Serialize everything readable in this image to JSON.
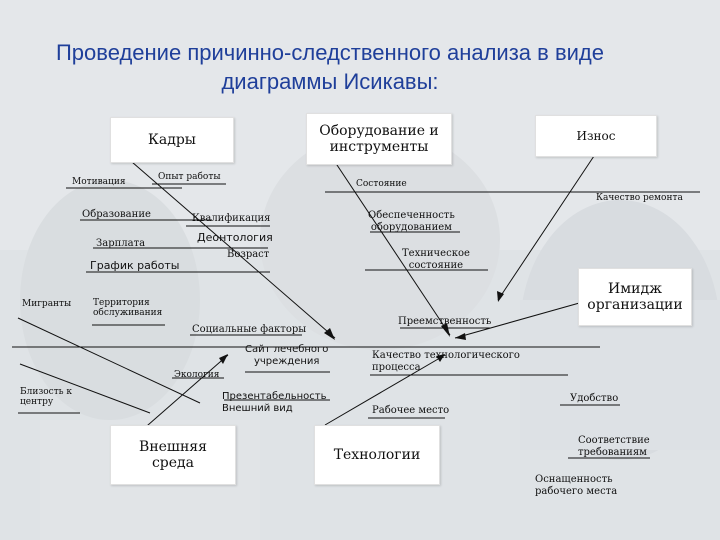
{
  "title_line1": "Проведение причинно-следственного анализа в виде",
  "title_line2": "диаграммы Исикавы:",
  "categories": {
    "kadry": "Кадры",
    "oborudovanie_line1": "Оборудование и",
    "oborudovanie_line2": "инструменты",
    "iznos": "Износ",
    "imidzh_line1": "Имидж",
    "imidzh_line2": "организации",
    "vneshnyaya_line1": "Внешняя",
    "vneshnyaya_line2": "среда",
    "tehnologii": "Технологии"
  },
  "causes": {
    "motivatsiya": "Мотивация",
    "opyt": "Опыт работы",
    "obrazovanie": "Образование",
    "kvalifikatsiya": "Квалификация",
    "deontologiya": "Деонтология",
    "zarplata": "Зарплата",
    "vozrast": "Возраст",
    "grafik": "График работы",
    "sostoyanie": "Состояние",
    "kachestvo_remonta": "Качество ремонта",
    "obespechennost_line1": "Обеспеченность",
    "obespechennost_line2": "оборудованием",
    "tehsost_line1": "Техническое",
    "tehsost_line2": "состояние",
    "migranty": "Мигранты",
    "territoriya_line1": "Территория",
    "territoriya_line2": "обслуживания",
    "sotsialnye": "Социальные факторы",
    "sayt_line1": "Сайт лечебного",
    "sayt_line2": "учреждения",
    "ekologiya": "Экология",
    "blizost_line1": "Близость к",
    "blizost_line2": "центру",
    "prezent_line1": "Презентабельность",
    "prezent_line2": "Внешний вид",
    "preemstvennost": "Преемственность",
    "kachtehproc_line1": "Качество технологического",
    "kachtehproc_line2": "процесса",
    "rabochee_mesto": "Рабочее место",
    "udobstvo": "Удобство",
    "sootvetstvie_line1": "Соответствие",
    "sootvetstvie_line2": "требованиям",
    "osnash_line1": "Оснащенность",
    "osnash_line2": "рабочего места"
  },
  "colors": {
    "title": "#1f3f9a",
    "lines": "#111111",
    "background": "#e6e9ec"
  }
}
